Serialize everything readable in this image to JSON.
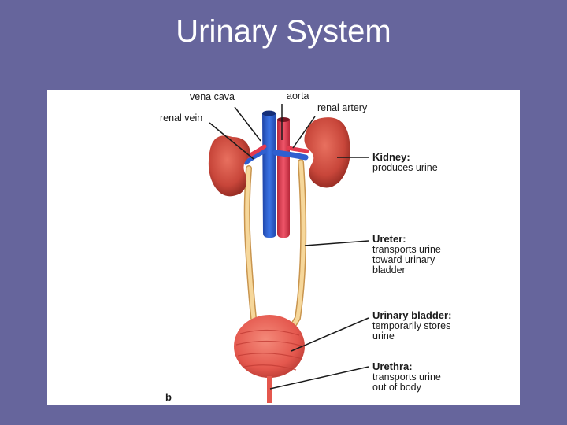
{
  "title": "Urinary System",
  "panel_letter": "b",
  "labels": {
    "vena_cava": "vena cava",
    "aorta": "aorta",
    "renal_artery": "renal artery",
    "renal_vein": "renal vein"
  },
  "callouts": [
    {
      "head": "Kidney:",
      "lines": [
        "produces urine"
      ]
    },
    {
      "head": "Ureter:",
      "lines": [
        "transports urine",
        "toward urinary",
        "bladder"
      ]
    },
    {
      "head": "Urinary bladder:",
      "lines": [
        "temporarily stores",
        "urine"
      ]
    },
    {
      "head": "Urethra:",
      "lines": [
        "transports urine",
        "out of body"
      ]
    }
  ],
  "colors": {
    "background": "#66659c",
    "panel": "#ffffff",
    "kidney": "#c8463a",
    "vein": "#2f5fd0",
    "artery": "#e23a4f",
    "ureter": "#f1cf8e",
    "bladder": "#e4574d"
  }
}
